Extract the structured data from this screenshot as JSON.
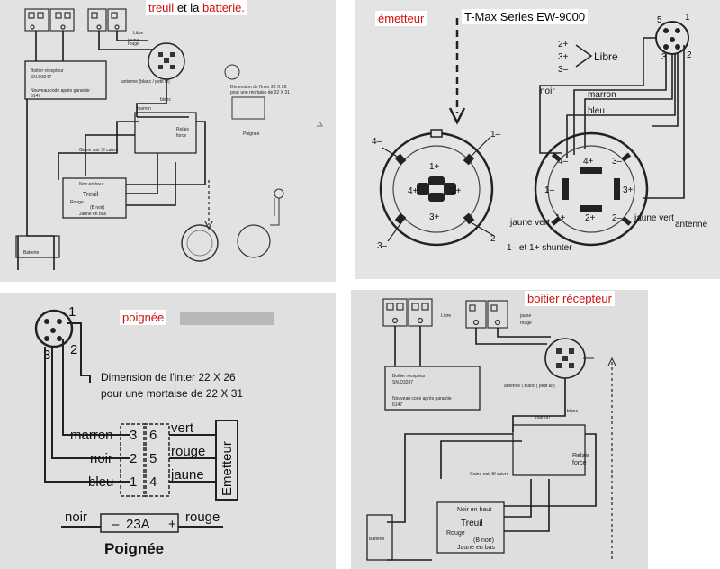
{
  "panels": {
    "top_left": {
      "caption_part1": "treuil",
      "caption_mid": "et la",
      "caption_part2": "batterie.",
      "receiver_title": "Boitier récepteur",
      "receiver_code": "SN.D3247",
      "receiver_note": "Nouveau code après garantie",
      "receiver_num": "6147",
      "libre": "Libre",
      "rouge": "rouge",
      "jaune": "jaune",
      "antenne": "antenne (blanc / petit Ø)",
      "blanc": "blanc",
      "marron": "marron",
      "relais": "Relais",
      "force": "force",
      "gaine": "Gaine noir 5f cuivré",
      "treuil": "Treuil",
      "noir_haut": "Noir en haut",
      "rouge_lbl": "Rouge",
      "noir_paren": "(B noir)",
      "jaune_bas": "Jaune en bas",
      "batterie": "Batterie",
      "dim1": "Dimension de l'inter 22 X 26",
      "dim2": "pour une mortaise de 22 X 31",
      "poignee": "Poignée"
    },
    "top_right": {
      "caption_red": "émetteur",
      "caption_model": "T-Max Series EW-9000",
      "libre": "Libre",
      "p2": "2+",
      "p3": "3+",
      "p3m": "3–",
      "noir": "noir",
      "marron": "marron",
      "bleu": "bleu",
      "jaune_vert": "jaune vert",
      "antenne": "antenne",
      "shunter": "1– et 1+ shunter",
      "c1p": "1+",
      "c2p": "2+",
      "c3p": "3+",
      "c4p": "4+",
      "c1m": "1–",
      "c2m": "2–",
      "c3m": "3–",
      "c4m": "4–",
      "pin1": "1",
      "pin2": "2",
      "pin3": "3",
      "pin5": "5"
    },
    "bottom_left": {
      "caption_red": "poignée",
      "dim1": "Dimension de l'inter  22 X 26",
      "dim2": "pour une mortaise de 22 X 31",
      "marron": "marron",
      "noir": "noir",
      "bleu": "bleu",
      "vert": "vert",
      "rouge": "rouge",
      "jaune": "jaune",
      "emetteur": "Emetteur",
      "n1": "1",
      "n2": "2",
      "n3": "3",
      "n4": "4",
      "n5": "5",
      "n6": "6",
      "fuse_left": "noir",
      "fuse_mid": "23A",
      "fuse_right": "rouge",
      "poignee": "Poignée",
      "pin1": "1",
      "pin2": "2",
      "pin3": "3"
    },
    "bottom_right": {
      "caption_red": "boitier récepteur",
      "receiver_title": "Boitier récepteur",
      "receiver_code": "SN.D3247",
      "receiver_note": "Nouveau code après garantie",
      "receiver_num": "6147",
      "libre": "Libre",
      "rouge": "rouge",
      "jaune": "jaune",
      "antenne": "antenne ( blanc ( petit Ø )",
      "blanc": "blanc",
      "marron": "marron",
      "relais": "Relais",
      "force": "force",
      "gaine": "Gaine noir 5f cuivré",
      "noir_haut": "Noir en haut",
      "treuil": "Treuil",
      "rouge_lbl": "Rouge",
      "noir_paren": "(B noir)",
      "jaune_bas": "Jaune en bas",
      "batterie": "Batterie"
    }
  },
  "colors": {
    "caption_red": "#d01010",
    "line": "#1a1a1a"
  }
}
